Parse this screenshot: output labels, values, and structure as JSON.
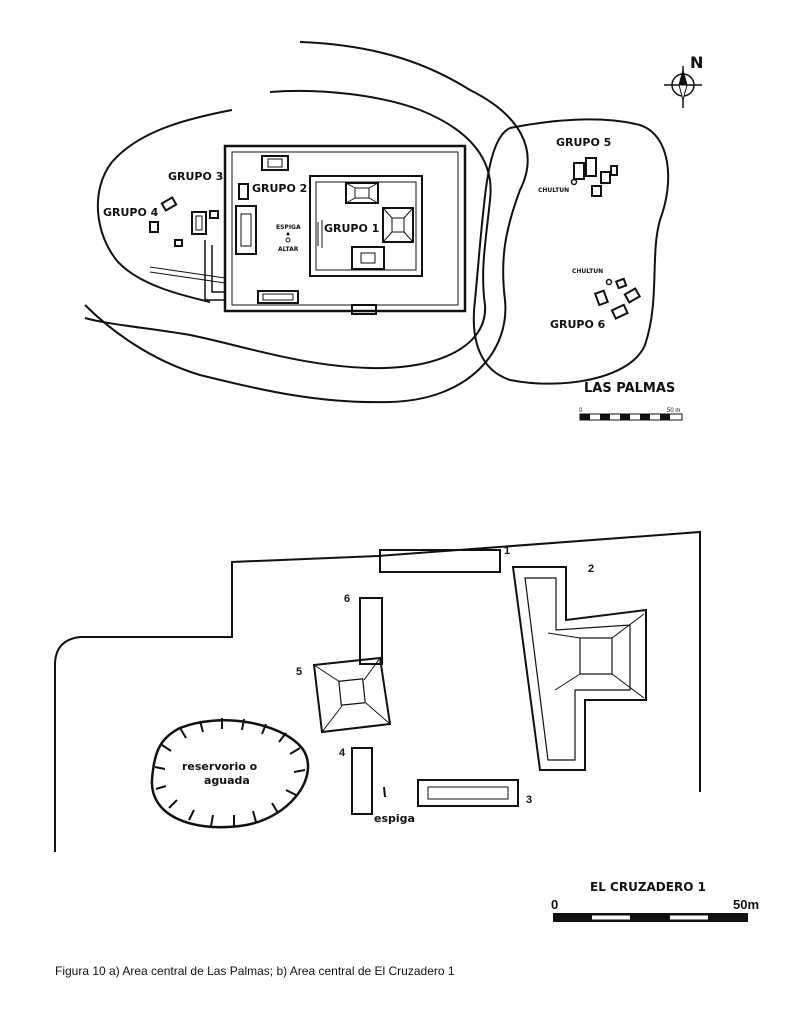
{
  "map_a": {
    "north_label": "N",
    "title": "LAS PALMAS",
    "scale_start": "0",
    "scale_end": "50 m",
    "groups": {
      "g1": "GRUPO 1",
      "g2": "GRUPO 2",
      "g3": "GRUPO 3",
      "g4": "GRUPO 4",
      "g5": "GRUPO 5",
      "g6": "GRUPO 6"
    },
    "chultun_5": "CHULTUN",
    "chultun_6": "CHULTUN",
    "espiga": "ESPIGA",
    "altar": "ALTAR"
  },
  "map_b": {
    "title": "EL CRUZADERO 1",
    "scale_start": "0",
    "scale_end": "50m",
    "structures": [
      "1",
      "2",
      "3",
      "4",
      "5",
      "6"
    ],
    "reservoir": [
      "reservorio o",
      "aguada"
    ],
    "espiga": "espiga"
  },
  "caption": "Figura 10 a) Area central de Las Palmas; b) Area central de El Cruzadero 1"
}
